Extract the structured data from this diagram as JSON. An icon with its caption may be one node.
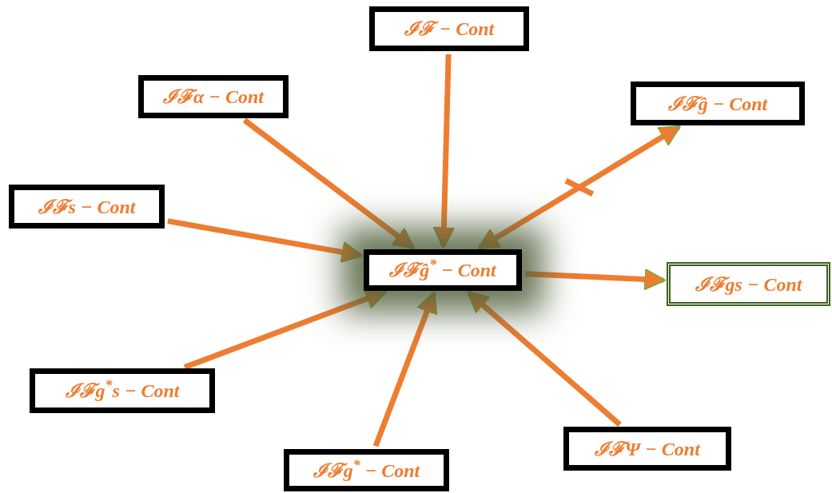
{
  "diagram": {
    "nodes": [
      {
        "text": [
          "ℐℱ − Cont"
        ]
      },
      {
        "text": [
          "ℐℱα − Cont"
        ]
      },
      {
        "text": [
          "ℐℱĝ − Cont"
        ]
      },
      {
        "text": [
          "ℐℱs − Cont"
        ]
      },
      {
        "text": [
          "ℐℱĝ$^{*}$ − Cont"
        ]
      },
      {
        "text": [
          "ℐℱgs − Cont"
        ]
      },
      {
        "text": [
          "ℐℱg$^{*}$s − Cont"
        ]
      },
      {
        "text": [
          "ℐℱg$^{*}$ − Cont"
        ]
      },
      {
        "text": [
          "ℐℱΨ − Cont"
        ]
      }
    ],
    "edges": [
      {
        "from": 0,
        "to": 4,
        "arrow": "to"
      },
      {
        "from": 1,
        "to": 4,
        "arrow": "to"
      },
      {
        "from": 2,
        "to": 4,
        "arrow": "both"
      },
      {
        "from": 3,
        "to": 4,
        "arrow": "to"
      },
      {
        "from": 4,
        "to": 5,
        "arrow": "to"
      },
      {
        "from": 6,
        "to": 4,
        "arrow": "to"
      },
      {
        "from": 7,
        "to": 4,
        "arrow": "to"
      },
      {
        "from": 8,
        "to": 4,
        "arrow": "to"
      }
    ]
  }
}
